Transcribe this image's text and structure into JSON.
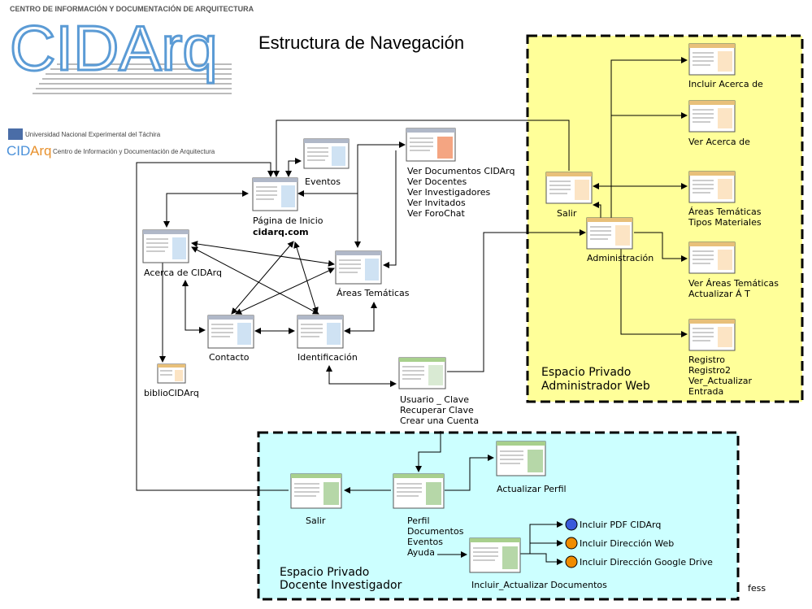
{
  "title": "Estructura de Navegación",
  "logo": {
    "header_text": "CENTRO DE INFORMACIÓN Y DOCUMENTACIÓN DE ARQUITECTURA",
    "big_text": "CIDArq",
    "university": "Universidad Nacional Experimental del Táchira",
    "small_blue": "CID",
    "small_orange": "Arq",
    "small_text": "Centro de Información y Documentación de Arquitectura"
  },
  "zones": {
    "admin": {
      "line1": "Espacio Privado",
      "line2": "Administrador Web",
      "color": "#ffff99"
    },
    "docente": {
      "line1": "Espacio Privado",
      "line2": "Docente Investigador",
      "color": "#ccffff"
    }
  },
  "nodes": {
    "eventos": "Eventos",
    "inicio": "Página de Inicio",
    "inicio_url": "cidarq.com",
    "ver_docs": [
      "Ver Documentos CIDArq",
      "Ver Docentes",
      "Ver Investigadores",
      "Ver Invitados",
      "Ver ForoChat"
    ],
    "acerca": "Acerca de CIDArq",
    "areas": "Áreas Temáticas",
    "contacto": "Contacto",
    "identificacion": "Identificación",
    "biblio": "biblioCIDArq",
    "usuario": [
      "Usuario _ Clave",
      "Recuperar Clave",
      "Crear una Cuenta"
    ],
    "admin_salir": "Salir",
    "administracion": "Administración",
    "incluir_acerca": "Incluir Acerca de",
    "ver_acerca": "Ver Acerca de",
    "areas_tipos": [
      "Áreas Temáticas",
      "Tipos Materiales"
    ],
    "ver_areas": [
      "Ver Áreas Temáticas",
      "Actualizar Á T"
    ],
    "registro": [
      "Registro",
      "Registro2",
      "Ver_Actualizar",
      "Entrada"
    ],
    "doc_salir": "Salir",
    "perfil": [
      "Perfil",
      "Documentos",
      "Eventos",
      "Ayuda"
    ],
    "actualizar_perfil": "Actualizar Perfil",
    "incluir_actualizar": "Incluir_Actualizar Documentos",
    "incluir_pdf": "Incluir PDF CIDArq",
    "incluir_web": "Incluir Dirección Web",
    "incluir_drive": "Incluir Dirección Google Drive"
  },
  "footer": "fess",
  "colors": {
    "pdf_dot": "#3b5bdb",
    "web_dot": "#f08c00",
    "drive_dot": "#f08c00"
  }
}
